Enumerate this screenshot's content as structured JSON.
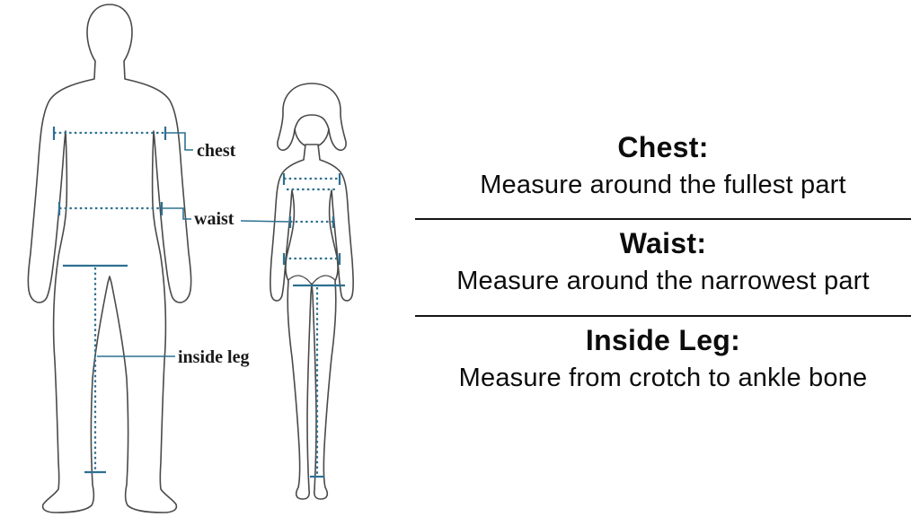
{
  "figure_labels": {
    "chest": "chest",
    "waist": "waist",
    "inside_leg": "inside leg"
  },
  "instructions": [
    {
      "heading": "Chest:",
      "text": "Measure around the fullest part"
    },
    {
      "heading": "Waist:",
      "text": "Measure around the narrowest part"
    },
    {
      "heading": "Inside Leg:",
      "text": "Measure from crotch to ankle bone"
    }
  ],
  "colors": {
    "measure": "#2d7091",
    "outline": "#4a4a4a",
    "label": "#1a1a1a"
  }
}
